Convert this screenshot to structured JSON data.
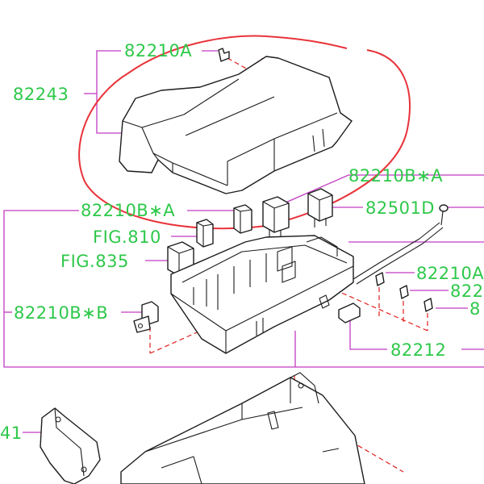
{
  "labels": {
    "p82210A_top": "82210A",
    "p82243": "82243",
    "p82210B_A_right": "82210B∗A",
    "p82210B_A_left": "82210B∗A",
    "p82501D": "82501D",
    "fig810": "FIG.810",
    "fig835": "FIG.835",
    "p82210B_B": "82210B∗B",
    "p82210A_right": "82210A",
    "p822_partial": "822",
    "p8_partial": "8",
    "p82212": "82212",
    "p41_partial": "41"
  },
  "colors": {
    "label_text": "#2ec84a",
    "leader_line": "#c23ac2",
    "dashed_line": "#e02020",
    "highlight_circle": "#e8333a",
    "part_outline": "#1c1c1c"
  }
}
